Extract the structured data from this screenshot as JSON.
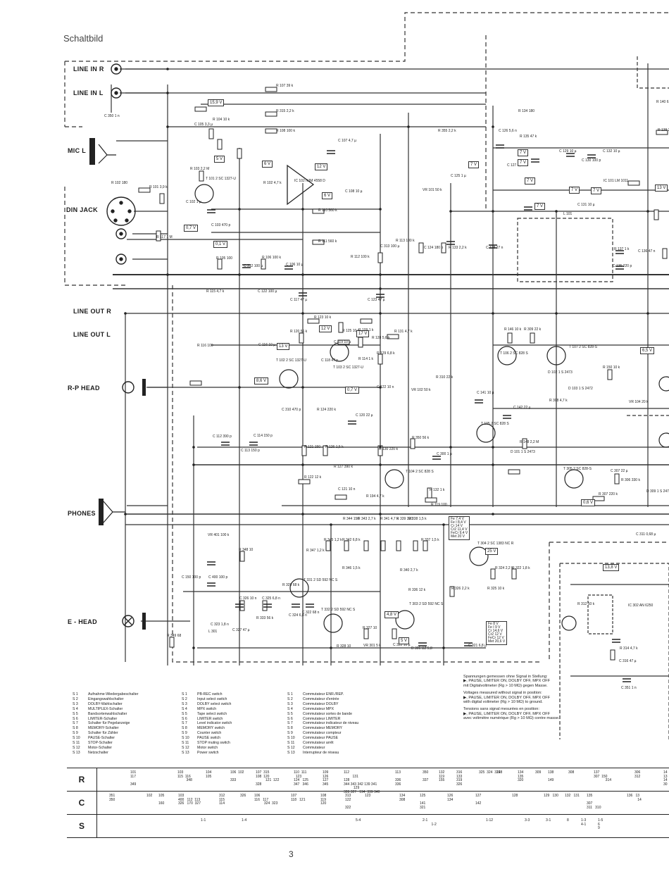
{
  "page": {
    "title": "Schaltbild",
    "page_number": "3"
  },
  "jacks": [
    {
      "name": "line-in-r",
      "label": "LINE IN R"
    },
    {
      "name": "line-in-l",
      "label": "LINE IN L"
    },
    {
      "name": "mic-l",
      "label": "MIC  L"
    },
    {
      "name": "din-jack",
      "label": "DIN JACK"
    },
    {
      "name": "line-out-r",
      "label": "LINE OUT R"
    },
    {
      "name": "line-out-l",
      "label": "LINE OUT L"
    },
    {
      "name": "rp-head",
      "label": "R-P  HEAD"
    },
    {
      "name": "phones",
      "label": "PHONES"
    },
    {
      "name": "e-head",
      "label": "E -  HEAD"
    }
  ],
  "components": [
    "R 107 39 k",
    "R 315 2,2 k",
    "R 104 10 k",
    "R 108 100 k",
    "C 105 3,3 µ",
    "C 107 4,7 µ",
    "R 103 2,2 M",
    "R 102 4,7 k",
    "IC 102 NJM 4558 D",
    "T 101 2 SC 1327-U",
    "C 102 1 µ",
    "R 101 3,9 k",
    "C 103 470 p",
    "R 110 560 k",
    "R 111 560 k",
    "C 108 10 µ",
    "R 117 1 M",
    "R 105 100",
    "R 106 100 k",
    "C 106 10 µ",
    "C 312 100 µ",
    "C 313 100 µ",
    "R 113 100 k",
    "R 112 100 k",
    "VR 101 50 k",
    "R 133 2,2 k",
    "C 124 180 p",
    "C 125 1 µ",
    "R 355 2,2 k",
    "R 115 4,7 k",
    "C 122 100 µ",
    "C 117 47 µ",
    "C 123 47 µ",
    "R 134 180",
    "R 135 47 k",
    "C 126 5,6 n",
    "C 127 4,7 n",
    "C 129 10 µ",
    "C 130 100 p",
    "C 132 10 µ",
    "IC 101 LM 1011",
    "C 131 10 µ",
    "L 101",
    "C 128 27 n",
    "R 137 1 k",
    "C 136 47 n",
    "C 135 220 p",
    "R 123 10 k",
    "R 120 56 k",
    "R 125 10 k",
    "C 119 10 µ",
    "R 128 5,6 k",
    "R 131 4,7 k",
    "C 118 47 p",
    "T 102 2 SC 1327-U",
    "T 103 2 SC 1327-U",
    "R 109 1 k",
    "R 114 1 k",
    "R 129 6,8 k",
    "C 116 10 µ",
    "R 116 100",
    "C 310 470 p",
    "R 124 220 k",
    "C 122 10 n",
    "VR 102 50 k",
    "R 310 22 k",
    "C 112 390 p",
    "C 113 150 p",
    "C 114 150 p",
    "R 121 150",
    "R 126 1,5 k",
    "C 120 22 µ",
    "R 130 220 k",
    "R 350 56 k",
    "C 300 1 µ",
    "R 127 390 k",
    "R 122 12 k",
    "C 121 10 n",
    "T 104 2 SC 828 S",
    "R 194 4,7 k",
    "R 132 1 k",
    "R 119 100",
    "R 146 10 k",
    "R 309 22 k",
    "T 107 2 SC 828-S",
    "T 106 2 SC 828 S",
    "D 102 1 S 2473",
    "D 103 1 S 2472",
    "C 141 10 µ",
    "T 105 2 SC 828 S",
    "C 142 22 µ",
    "D 101 1 S 2473",
    "R 148 2,2 M",
    "R 150 10 k",
    "VR 104 20 k",
    "R 308 4,7 k",
    "T 305 2 SC 828-S",
    "C 307 22 µ",
    "R 306 330 k",
    "R 307 220 k",
    "D 309 1 S 2472",
    "VR 401 100 k",
    "C 150 100 p",
    "C 400 100 p",
    "R 348 10",
    "C 326 10 n",
    "C 325 6,8 n",
    "L 301",
    "C 323 1,8 n",
    "C 327 47 µ",
    "R 329 68 k",
    "T 331 2 SD 592 NC S",
    "R 333 56 k",
    "C 324 6,8 n",
    "C 322 68 n",
    "T 332 2 SD 592 NC S",
    "R 344 150",
    "R 343 2,7 k",
    "R 341 4,7 k",
    "R 339 220",
    "R 338 1,5 k",
    "R 345 1,2 k",
    "R 342 6,8 k",
    "R 347 1,2 k",
    "R 346 1,5 k",
    "R 340 2,7 k",
    "R 336 12 k",
    "R 337 1,5 k",
    "T 304 2 SC 1383 NC R",
    "R 324 2,2 k",
    "R 322 1,8 k",
    "R 326 2,2 k",
    "R 325 10 k",
    "T 303 2 SD 592 NC S",
    "R 327 10",
    "VR 301 5 k",
    "C 322 10 µ",
    "D 306 UZ 5,8",
    "C 321 6,8 µ",
    "R 328 10",
    "R 349 68",
    "IC 302 AN 6250",
    "R 312 10 k",
    "C 311 0,68 µ",
    "R 314 4,7 k",
    "C 316 47 µ",
    "C 351 1 n",
    "C 350 1 n",
    "R 102 180",
    "R 140 6,8 k",
    "R 139 220 k"
  ],
  "voltages": [
    "15,9 V",
    "5 V",
    "6 V",
    "12 V",
    "6 V",
    "7 V",
    "7 V",
    "7 V",
    "7 V",
    "7 V",
    "7 V",
    "7 V",
    "13 V",
    "0,7 V",
    "0,1 V",
    "13 V",
    "12 V",
    "17 V",
    "8,6 V",
    "0,7 V",
    "6,5 V",
    "0,6 V",
    "25 V",
    "4,8 V",
    "5 V",
    "13,8 V"
  ],
  "voltage_tables": [
    {
      "rows": [
        "Fe    7,4 V",
        "Fe I   8,4 V",
        "Cr    14   V",
        "Cr2   11,4 V",
        "FeCr   9,4 V",
        "Met   20   V"
      ]
    },
    {
      "rows": [
        "Fe      8   V",
        "Fe I    9   V",
        "Cr     14,6 V",
        "Cr2    12   V",
        "FeCr    12   V",
        "Met    20,6 V"
      ]
    }
  ],
  "switch_legend": {
    "german": [
      [
        "S 1",
        "Aufnahme-Wiedergabeschalter"
      ],
      [
        "S 2",
        "Eingangswahlschalter"
      ],
      [
        "S 3",
        "DOLBY-Wahlschalter"
      ],
      [
        "S 4",
        "MULTIPLEX-Schalter"
      ],
      [
        "S 5",
        "Bandsortenwahlschalter"
      ],
      [
        "S 6",
        "LIMITER-Schalter"
      ],
      [
        "S 7",
        "Schalter für Pegelanzeige"
      ],
      [
        "S 8",
        "MEMORY-Schalter"
      ],
      [
        "S 9",
        "Schalter für Zähler"
      ],
      [
        "S 10",
        "PAUSE-Schalter"
      ],
      [
        "S 11",
        "STOP-Schalter"
      ],
      [
        "S 12",
        "Motor-Schalter"
      ],
      [
        "S 13",
        "Netzschalter"
      ]
    ],
    "english": [
      [
        "S 1",
        "PB-REC switch"
      ],
      [
        "S 2",
        "Input select switch"
      ],
      [
        "S 3",
        "DOLBY select switch"
      ],
      [
        "S 4",
        "MPX switch"
      ],
      [
        "S 5",
        "Tape select switch"
      ],
      [
        "S 6",
        "LIMITER switch"
      ],
      [
        "S 7",
        "Level indicator switch"
      ],
      [
        "S 8",
        "MEMORY switch"
      ],
      [
        "S 9",
        "Counter switch"
      ],
      [
        "S 10",
        "PAUSE switch"
      ],
      [
        "S 11",
        "STOP muting switch"
      ],
      [
        "S 12",
        "Motor switch"
      ],
      [
        "S 13",
        "Power switch"
      ]
    ],
    "french": [
      [
        "S 1",
        "Commutateur ENR./REP."
      ],
      [
        "S 2",
        "Commutateur d'entrée"
      ],
      [
        "S 3",
        "Commutateur DOLBY"
      ],
      [
        "S 4",
        "Commutateur MPX"
      ],
      [
        "S 5",
        "Commutateur sortes de bande"
      ],
      [
        "S 6",
        "Commutateur LIMITER"
      ],
      [
        "S 7",
        "Commutateur indicateur de niveau"
      ],
      [
        "S 8",
        "Commutateur MEMORY"
      ],
      [
        "S 9",
        "Commutateur compteur"
      ],
      [
        "S 10",
        "Commutateur PAUSE"
      ],
      [
        "S 11",
        "Commutateur arrêt"
      ],
      [
        "S 12",
        "Commutateur"
      ],
      [
        "S 13",
        "Interrupteur de réseau"
      ]
    ]
  },
  "measurement_notes": [
    "Spannungen gemessen ohne Signal in Stellung:",
    "▶, PAUSE, LIMITER ON, DOLBY OFF, MPX OFF",
    "mit Digitalvoltmeter (Rg > 10 MΩ) gegen Masse.",
    "Voltages measured without signal in position:",
    "▶, PAUSE, LIMITER ON, DOLBY OFF, MPX OFF",
    "with digital voltmeter (Rg > 10 MΩ) to ground.",
    "Tensions sans signal mesurées en position:",
    "▶, PAUSE, LIMITER ON, DOLBY OFF, MPX OFF",
    "avec voltmètre numérique (Rg > 10 MΩ) contre masse."
  ],
  "reference_table": {
    "headers": [
      "R",
      "C",
      "S"
    ],
    "r_cells": [
      "101\n117\n\n349",
      "103\n115  116\n         348",
      "104\n105",
      "106  102\n\n333",
      "107  315\n108  120\n          121  122\n328",
      "110  111\n  123\n124   125\n347   346",
      "109\n126\n127\n345",
      "112\n         131\n128\n344 343 342 139 341\n          129\n328 327   194  339 340",
      "113\n\n336\n336",
      "350\n\n337",
      "132\n119\n155",
      "316\n133\n319\n326",
      "325  324  322",
      "148",
      "134\n135\n320",
      "309",
      "138\n\n149",
      "308",
      "137\n307  150\n            314",
      "306\n312",
      "14\n13\n14\n30"
    ],
    "c_cells": [
      "351\n350",
      "102",
      "105\n\n160",
      "103\n400   112  113\n326   170  327",
      "312\n115\n114",
      "326",
      "106\n116   117\n          324  323",
      "107\n118   121",
      "108\n119\n120",
      "313\n122\n\n322",
      "123",
      "134\n308",
      "125\n\n141\n321",
      "126\n134",
      "127\n\n142",
      "128",
      "129   130",
      "132   131",
      "135\n\n307\n311   310",
      "136   13\n           14"
    ],
    "s_cells": [
      "1-1",
      "1-4",
      "5-4",
      "2-1\n         1-2",
      "1-12",
      "3-3",
      "3-1",
      "8",
      "1-3\n4-1",
      "1-5\n6\n9"
    ]
  }
}
